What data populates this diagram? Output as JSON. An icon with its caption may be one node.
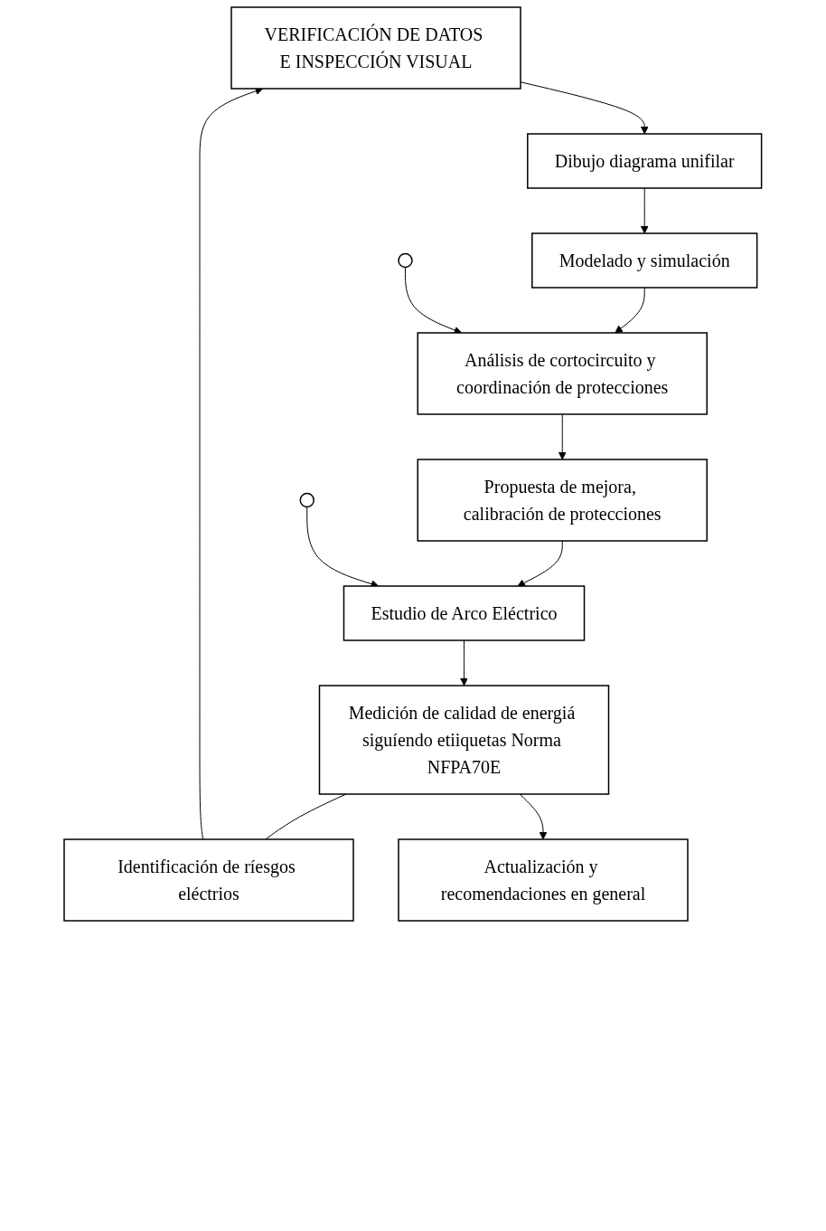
{
  "diagram": {
    "nodes": [
      {
        "text": [
          "VERIFICACIÓN DE DATOS E INSPECCIÓN VISUAL"
        ]
      },
      {
        "text": [
          "Identificación de ríesgos eléctrios"
        ]
      },
      {
        "text": [
          "Dibujo diagrama unifilar"
        ]
      },
      {
        "text": [
          "Modelado y simulación"
        ]
      },
      {
        "text": [
          "Análisis de cortocircuito y coordinación de protecciones"
        ]
      },
      {
        "text": [],
        "shape": "ellipse"
      },
      {
        "text": [
          "Propuesta de mejora, calibración de protecciones"
        ]
      },
      {
        "text": [
          "Estudio de Arco Eléctrico"
        ]
      },
      {
        "text": [],
        "shape": "ellipse"
      },
      {
        "text": [
          "Medición de calidad de energiá siguíendo etiiquetas Norma NFPA70E"
        ]
      },
      {
        "text": [
          "Actualización y recomendaciones en general"
        ]
      }
    ],
    "edges": [
      {
        "from": 1,
        "to": 0,
        "arrow": "to"
      },
      {
        "from": 0,
        "to": 2,
        "arrow": "to"
      },
      {
        "from": 2,
        "to": 3,
        "arrow": "to"
      },
      {
        "from": 3,
        "to": 4,
        "arrow": "to"
      },
      {
        "from": 5,
        "to": 4,
        "arrow": "to"
      },
      {
        "from": 4,
        "to": 6,
        "arrow": "to"
      },
      {
        "from": 6,
        "to": 7,
        "arrow": "to"
      },
      {
        "from": 8,
        "to": 7,
        "arrow": "to"
      },
      {
        "from": 7,
        "to": 9,
        "arrow": "to"
      },
      {
        "from": 9,
        "to": 1,
        "arrow": "none"
      },
      {
        "from": 9,
        "to": 10,
        "arrow": "to"
      }
    ]
  }
}
